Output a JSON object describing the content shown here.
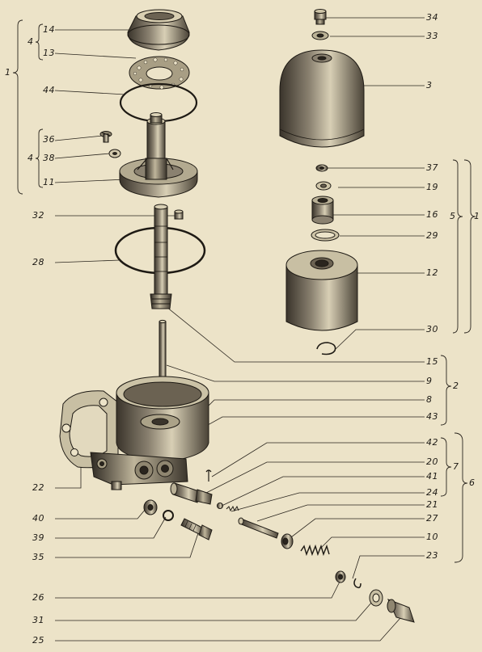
{
  "diagram": {
    "parts_left": [
      "14",
      "13",
      "44",
      "36",
      "38",
      "11",
      "32",
      "28",
      "40",
      "39",
      "35",
      "22",
      "31",
      "25",
      "26"
    ],
    "parts_right": [
      "34",
      "33",
      "3",
      "37",
      "19",
      "16",
      "29",
      "12",
      "30",
      "15",
      "9",
      "8",
      "43",
      "42",
      "20",
      "41",
      "24",
      "21",
      "27",
      "10",
      "23"
    ],
    "group_labels": {
      "group_1_left": "1",
      "group_4_upper": "4",
      "group_4_lower": "4",
      "group_5": "5",
      "group_1_right": "1",
      "group_2": "2",
      "group_7": "7",
      "group_6": "6"
    }
  }
}
